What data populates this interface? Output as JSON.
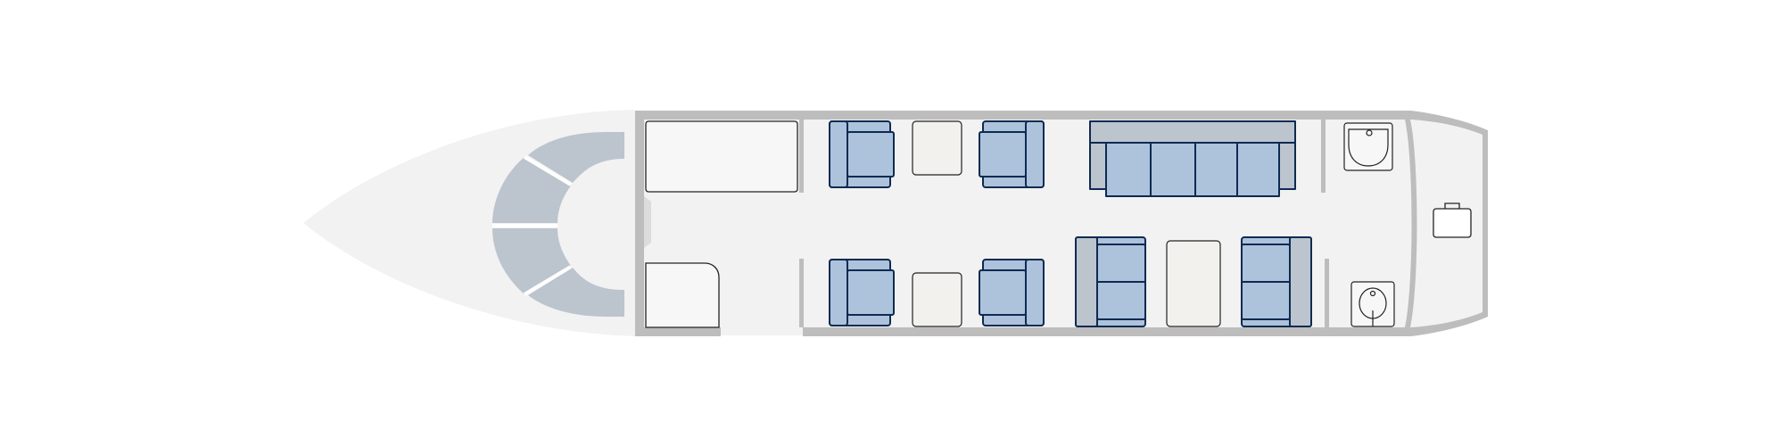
{
  "diagram": {
    "kind": "aircraft cabin floor plan",
    "colors": {
      "background": "#ffffff",
      "nose_fill": "#f2f2f2",
      "cabin_floor": "#f2f2f2",
      "fuselage_wall": "#bdbdbd",
      "cockpit_seat": "#bcc4cd",
      "seat_fill": "#adc3dc",
      "seat_stroke": "#0e2a52",
      "table_fill": "#f3f1ed",
      "fixture_stroke": "#222222"
    },
    "icons": [
      "cockpit-seat-icon",
      "club-seat-icon",
      "divan-icon",
      "sink-icon",
      "lavatory-icon",
      "baggage-icon",
      "cabinet-icon",
      "galley-icon",
      "table-icon"
    ],
    "cabin": {
      "club_seats": 8,
      "divans": 1,
      "tables": 3,
      "lavatories": 1,
      "sinks": 1,
      "galleys": 1,
      "cabinets": 1,
      "baggage": 1
    }
  }
}
